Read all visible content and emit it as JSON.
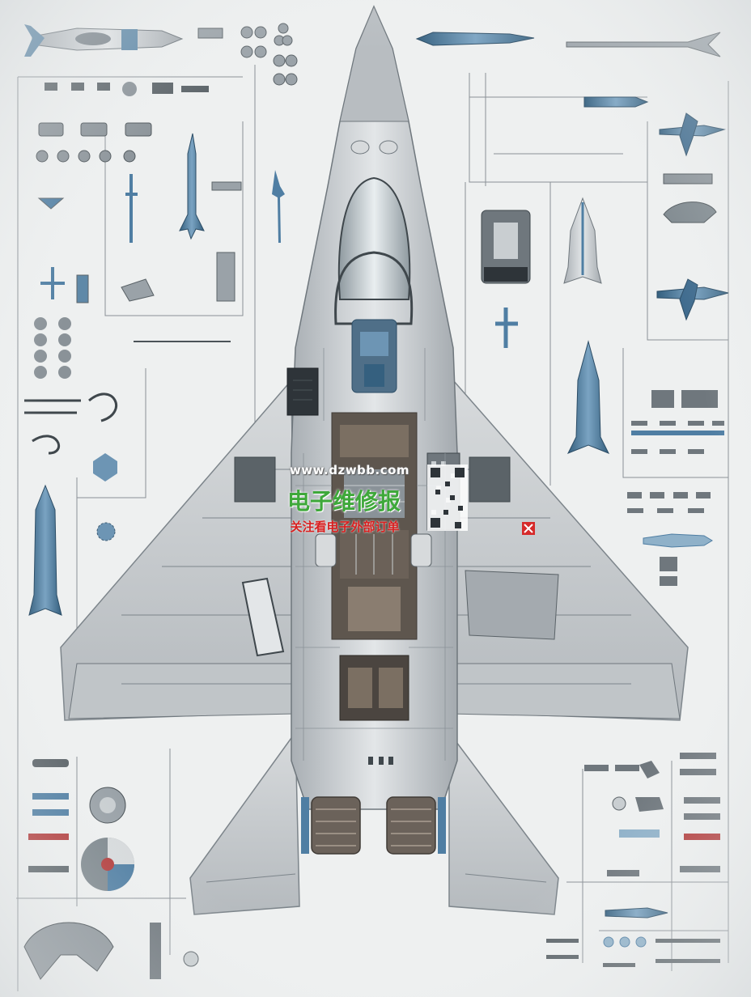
{
  "watermark": {
    "url": "www.dzwbb.com",
    "title": "电子维修报",
    "subtitle": "关注看电子外部订单"
  },
  "colors": {
    "background": "#eef0f0",
    "fuselage": "#c9cdd0",
    "panel_line": "#7d858b",
    "part_blue": "#4f7ea3",
    "annotation_line": "#8a9096",
    "warning_red": "#d62a2a"
  }
}
